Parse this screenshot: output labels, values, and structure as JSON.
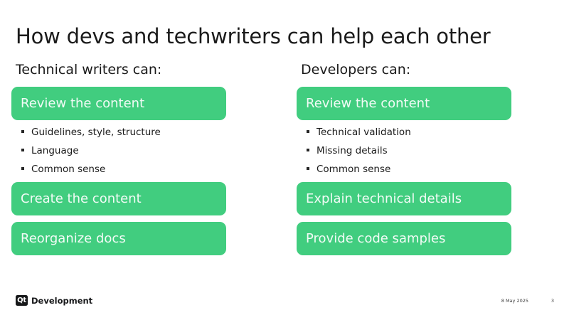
{
  "slide": {
    "title": "How devs and techwriters can help each other",
    "accent_color": "#41cd7f",
    "box_text_color": "#f2fbf6",
    "text_color": "#1a1a1a"
  },
  "columns": [
    {
      "heading": "Technical writers can:",
      "blocks": [
        {
          "type": "action",
          "label": "Review the content"
        },
        {
          "type": "bullets",
          "items": [
            "Guidelines, style, structure",
            "Language",
            "Common sense"
          ]
        },
        {
          "type": "action",
          "label": "Create the content"
        },
        {
          "type": "action",
          "label": "Reorganize docs"
        }
      ]
    },
    {
      "heading": "Developers can:",
      "blocks": [
        {
          "type": "action",
          "label": "Review the content"
        },
        {
          "type": "bullets",
          "items": [
            "Technical validation",
            "Missing details",
            "Common sense"
          ]
        },
        {
          "type": "action",
          "label": "Explain technical details"
        },
        {
          "type": "action",
          "label": "Provide code samples"
        }
      ]
    }
  ],
  "footer": {
    "logo_mark": "Qt",
    "brand": "Development",
    "date": "8 May 2025",
    "page_number": "3"
  }
}
